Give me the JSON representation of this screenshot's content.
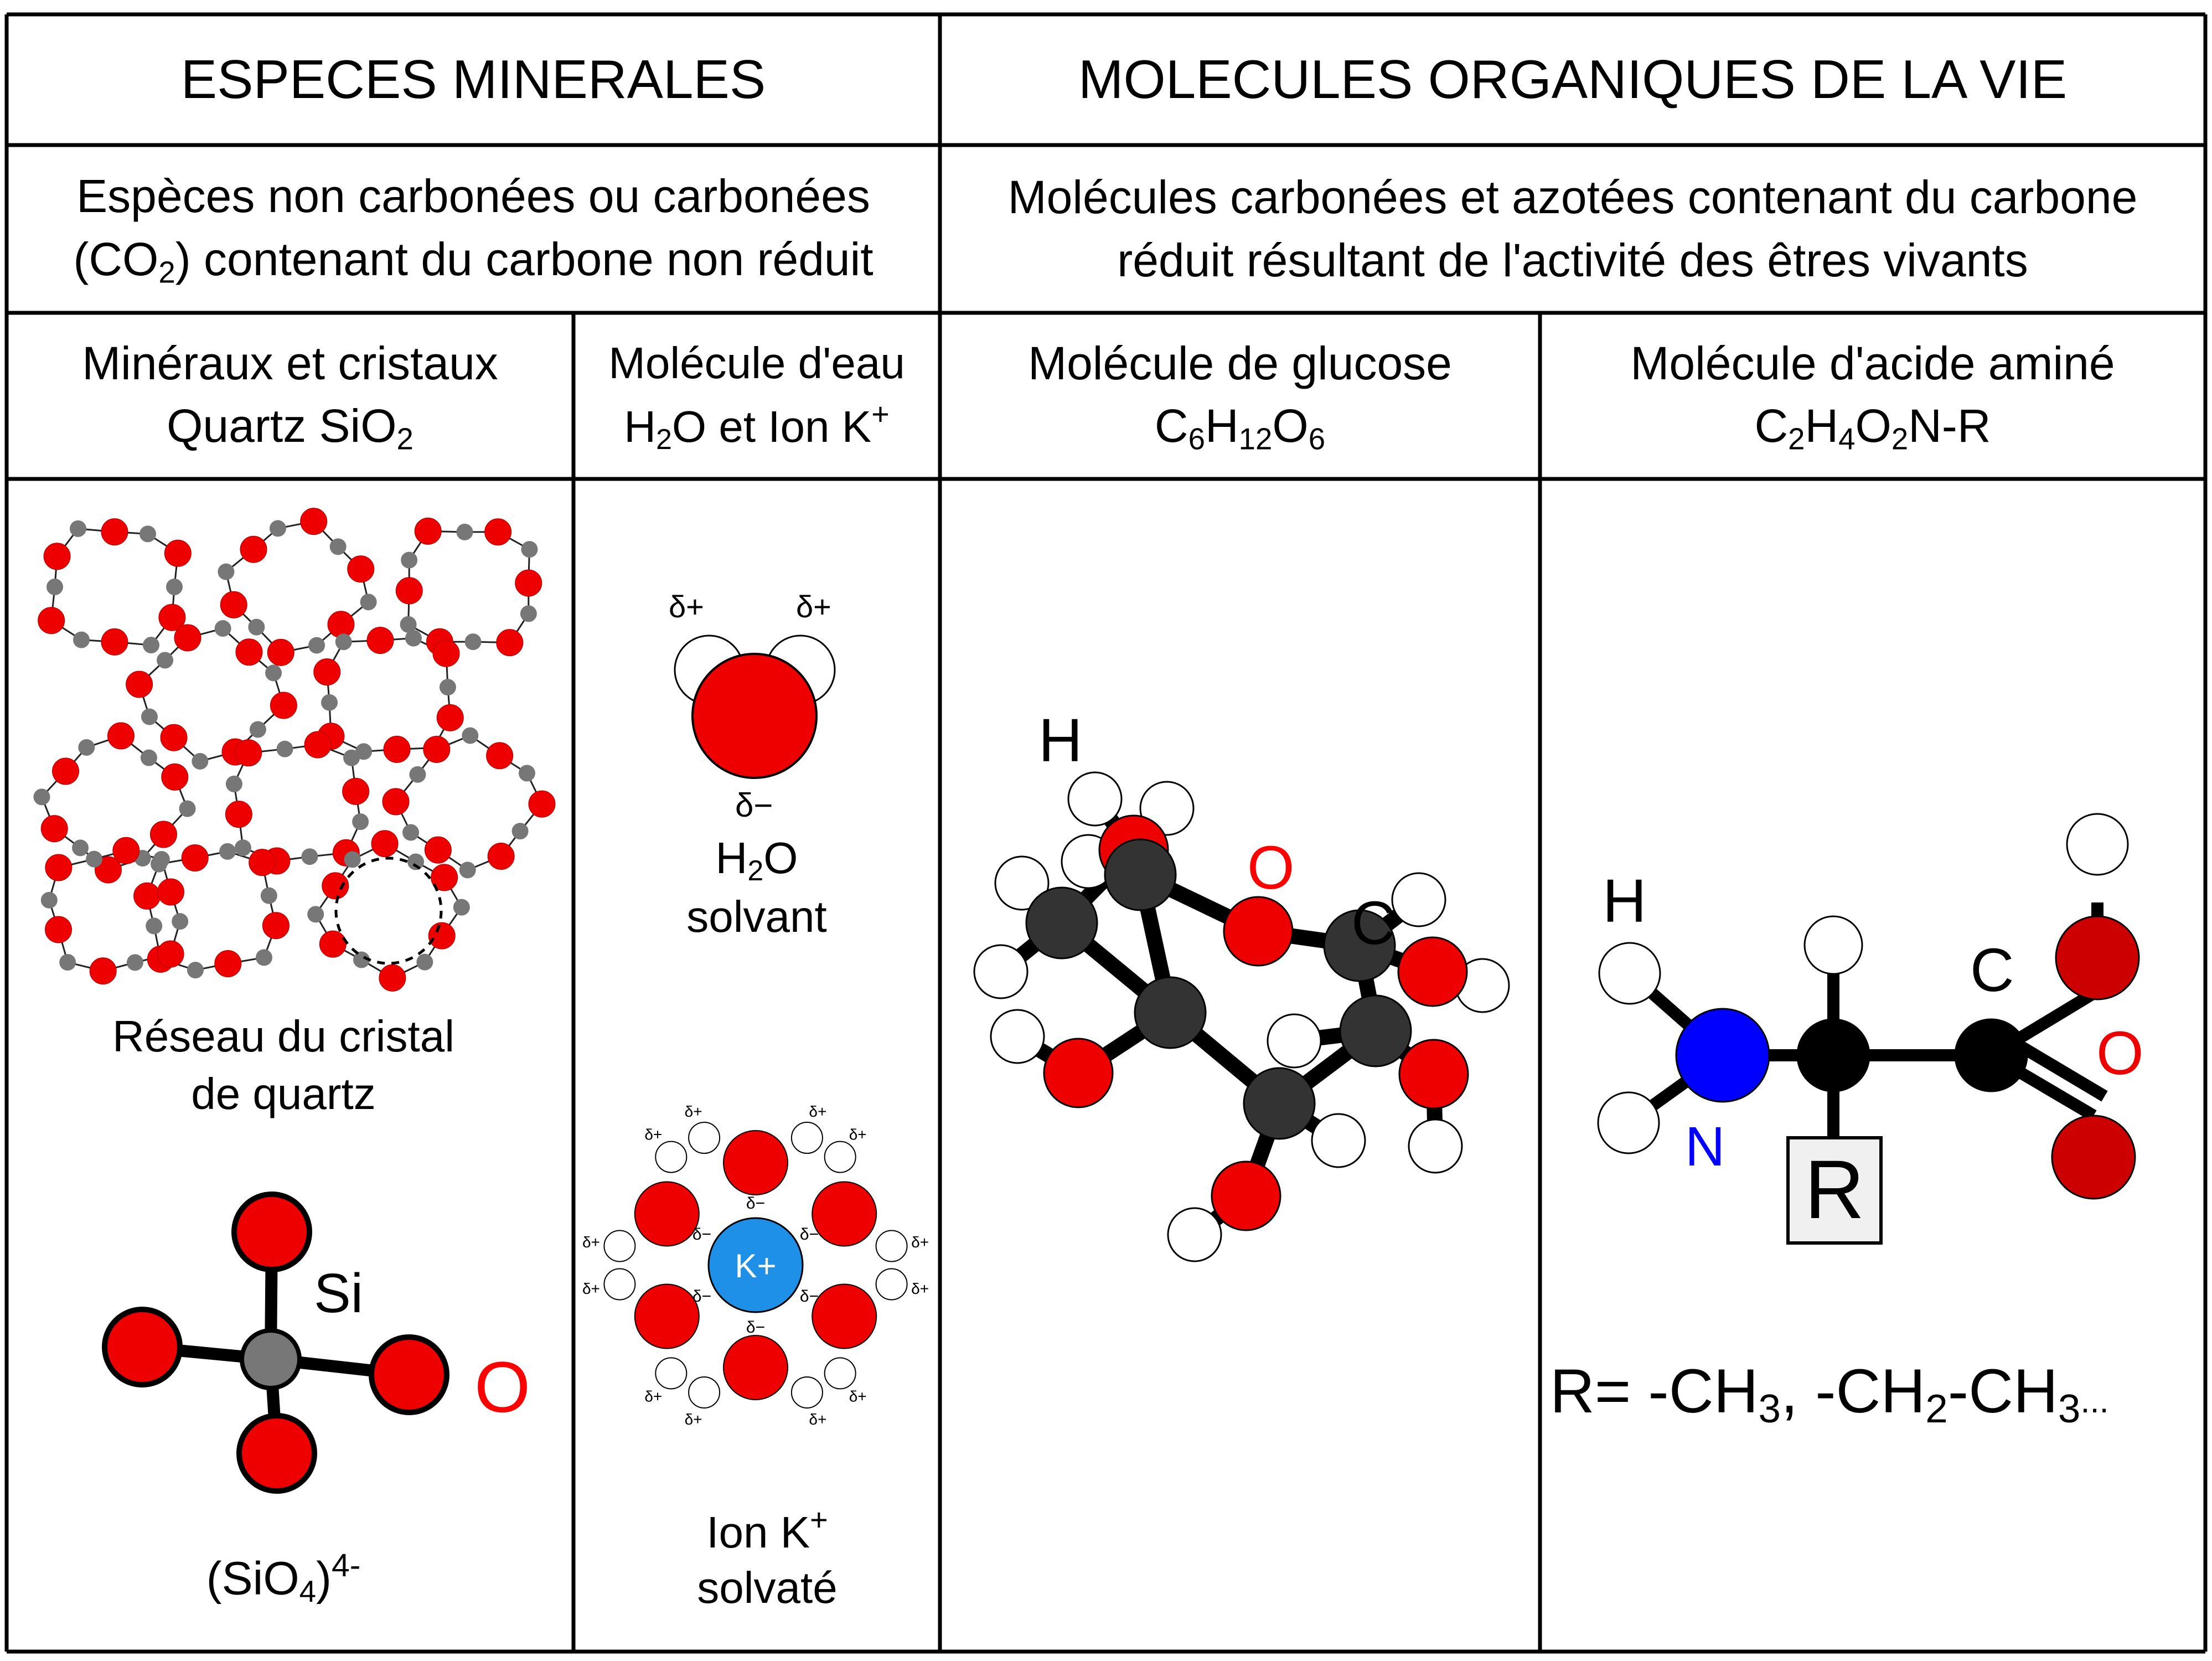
{
  "header": {
    "left_title": "ESPECES MINERALES",
    "right_title": "MOLECULES ORGANIQUES DE LA VIE"
  },
  "descriptions": {
    "mineral_line1": "Espèces non carbonées ou carbonées",
    "mineral_line2_a": "(CO",
    "mineral_line2_sub": "2",
    "mineral_line2_b": ") contenant du carbone non réduit",
    "organic_line1": "Molécules carbonées et azotées contenant du carbone",
    "organic_line2": "réduit résultant de l'activité des êtres vivants"
  },
  "columns": {
    "quartz": {
      "line1": "Minéraux et cristaux",
      "line2_a": "Quartz SiO",
      "line2_sub": "2"
    },
    "water": {
      "line1": "Molécule d'eau",
      "line2_a": "H",
      "line2_sub": "2",
      "line2_b": "O et Ion K",
      "line2_sup": "+"
    },
    "glucose": {
      "line1": "Molécule de glucose",
      "f1": "C",
      "s1": "6",
      "f2": "H",
      "s2": "12",
      "f3": "O",
      "s3": "6"
    },
    "amino": {
      "line1": "Molécule d'acide aminé",
      "f1": "C",
      "s1": "2",
      "f2": "H",
      "s2": "4",
      "f3": "O",
      "s3": "2",
      "f4": "N-R"
    }
  },
  "quartz_panel": {
    "caption_line1": "Réseau du cristal",
    "caption_line2": "de quartz",
    "si_label": "Si",
    "o_label": "O",
    "formula_a": "(SiO",
    "formula_sub": "4",
    "formula_b": ")",
    "formula_sup": "4-"
  },
  "water_panel": {
    "delta_plus": "δ+",
    "delta_minus": "δ−",
    "h2o_a": "H",
    "h2o_sub": "2",
    "h2o_b": "O",
    "solvent": "solvant",
    "ion_label": "K+",
    "ion_caption_a": "Ion K",
    "ion_caption_sup": "+",
    "ion_caption_line2": "solvaté"
  },
  "glucose_panel": {
    "h_label": "H",
    "o_label": "O",
    "c_label": "C"
  },
  "amino_panel": {
    "h_label": "H",
    "n_label": "N",
    "c_label": "C",
    "o_label": "O",
    "r_label": "R",
    "r_def_a": "R= -CH",
    "r_def_s1": "3",
    "r_def_b": ", -CH",
    "r_def_s2": "2",
    "r_def_c": "-CH",
    "r_def_s3": "3",
    "r_def_d": "..."
  },
  "colors": {
    "oxygen": "#ee0000",
    "oxygen_dark": "#cc0000",
    "carbon": "#333333",
    "silicon": "#777777",
    "nitrogen": "#0000ff",
    "potassium": "#1e90e8",
    "hydrogen": "#ffffff",
    "o_label": "#ff0000",
    "n_label": "#0000ff"
  }
}
